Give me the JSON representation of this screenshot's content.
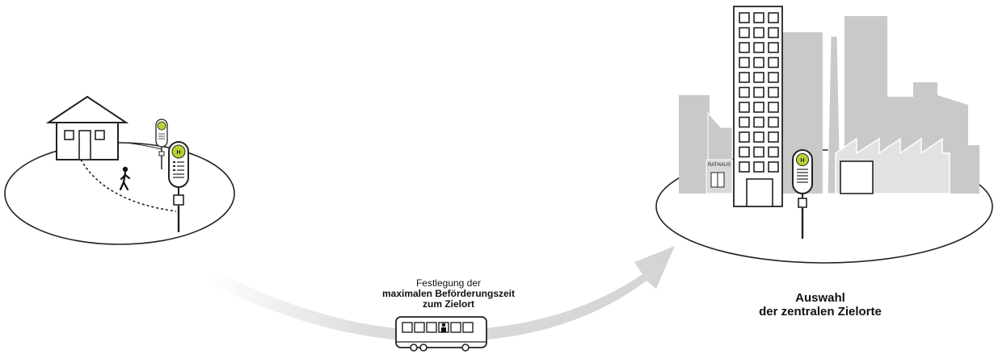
{
  "diagram": {
    "bus_caption": {
      "line1": "Festlegung der",
      "line2": "maximalen Beförderungszeit",
      "line3": "zum Zielort"
    },
    "destination_caption": {
      "line1": "Auswahl",
      "line2": "der zentralen Zielorte"
    },
    "town_hall_label": "RATHAUS",
    "stop_sign_letter": "H",
    "colors": {
      "stop_sign_green": "#b5d334",
      "building_gray": "#c9c9c9",
      "arrow_gray": "#dcdcdc",
      "outline": "#222222"
    },
    "icons": [
      "house-icon",
      "pedestrian-icon",
      "bus-stop-icon",
      "bus-icon",
      "factory-icon",
      "high-rise-icon"
    ]
  }
}
